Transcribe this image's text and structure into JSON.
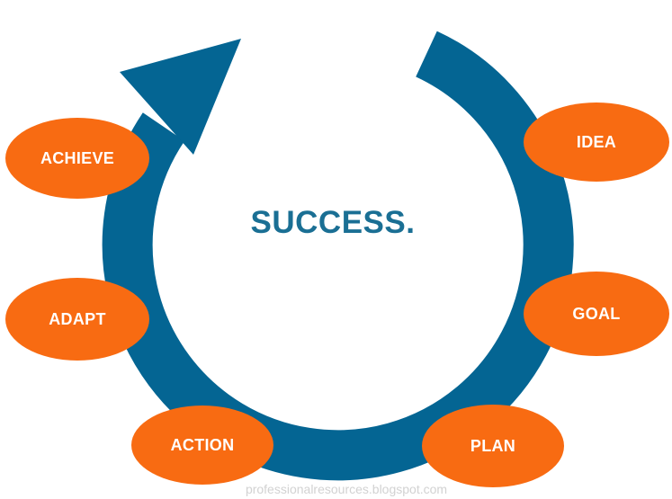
{
  "diagram": {
    "center_title": "SUCCESS.",
    "stages": {
      "idea": "IDEA",
      "goal": "GOAL",
      "plan": "PLAN",
      "action": "ACTION",
      "adapt": "ADAPT",
      "achieve": "ACHIEVE"
    },
    "watermark": "professionalresources.blogspot.com"
  },
  "colors": {
    "ring": "#046593",
    "stage_fill": "#f86b12",
    "stage_text": "#ffffff",
    "title_text": "#1a6f94",
    "watermark_text": "#d2d2d2"
  }
}
